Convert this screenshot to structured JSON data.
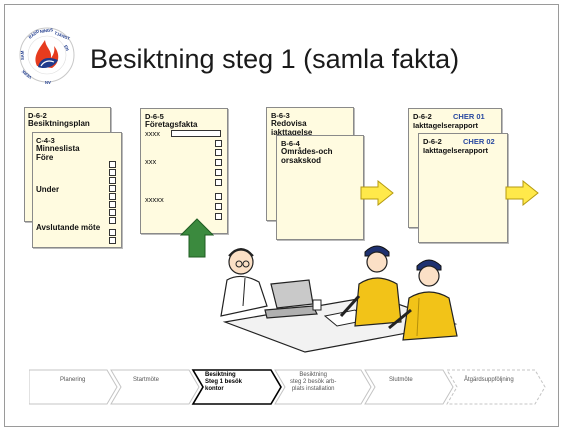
{
  "title": "Besiktning steg 1 (samla fakta)",
  "logo": {
    "ring_text": "RÄDDNINGSTJÄNSTEN SAMVERKAN",
    "icon": "flame-emblem-icon"
  },
  "doc1": {
    "code": "D-6-2",
    "name": "Besiktningsplan"
  },
  "doc2": {
    "code": "C-4-3",
    "line1": "Minneslista",
    "line2": "Före",
    "under": "Under",
    "closing": "Avslutande möte"
  },
  "doc3": {
    "code": "D-6-5",
    "name": "Företagsfakta",
    "row1": "xxxx",
    "row2": "xxx",
    "row3": "xxxxx"
  },
  "doc4": {
    "code": "B-6-3",
    "line1": "Redovisa",
    "line2": "iakttagelse"
  },
  "doc5": {
    "code": "B-6-4",
    "line1": "Områdes-och",
    "line2": "orsakskod"
  },
  "doc6": {
    "code": "D-6-2",
    "tag": "CHER 01",
    "name": "Iakttagelserapport"
  },
  "doc7": {
    "code": "D-6-2",
    "tag": "CHER 02",
    "name": "Iakttagelserapport"
  },
  "process": [
    {
      "label1": "Planering",
      "label2": "",
      "label3": ""
    },
    {
      "label1": "Startmöte",
      "label2": "",
      "label3": ""
    },
    {
      "label1": "Besiktning",
      "label2": "Steg 1 besök",
      "label3": "kontor"
    },
    {
      "label1": "Besiktning",
      "label2": "steg 2 besök arb-",
      "label3": "plats installation"
    },
    {
      "label1": "Slutmöte",
      "label2": "",
      "label3": ""
    },
    {
      "label1": "Åtgärdsuppföljning",
      "label2": "",
      "label3": ""
    }
  ],
  "colors": {
    "doc_bg": "#fffbe0",
    "arrow_yellow": "#ffe94a",
    "arrow_green": "#3b8a3e",
    "people_yellow": "#f2c318",
    "caps": "#1e3170"
  }
}
